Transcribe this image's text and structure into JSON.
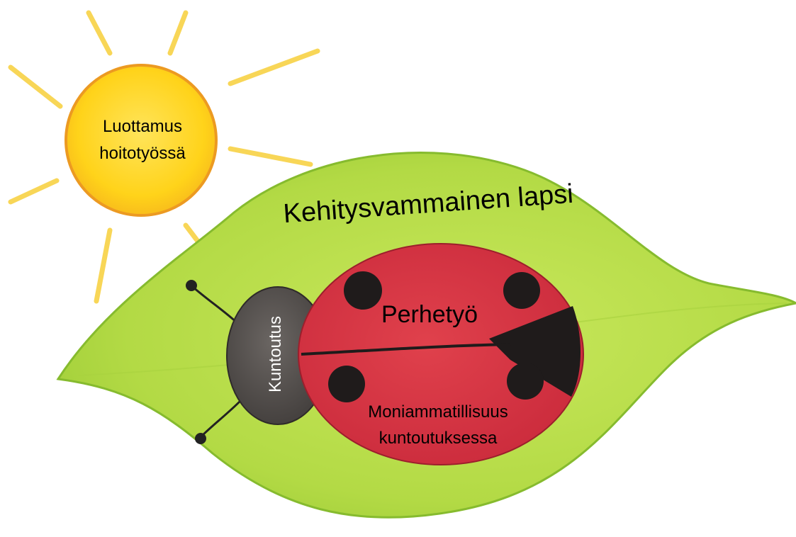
{
  "sun": {
    "label_line1": "Luottamus",
    "label_line2": "hoitotyössä"
  },
  "leaf": {
    "label": "Kehitysvammainen lapsi"
  },
  "ladybug": {
    "head_label": "Kuntoutus",
    "upper_wing_label": "Perhetyö",
    "lower_wing_label_line1": "Moniammatillisuus",
    "lower_wing_label_line2": "kuntoutuksessa"
  },
  "colors": {
    "sun_fill": "#ffd31a",
    "sun_edge": "#f0a020",
    "sun_ray": "#f7cf3a",
    "leaf_fill": "#b5dc48",
    "leaf_edge": "#7fb52a",
    "body_red": "#d9323f",
    "head_grey": "#5a5552",
    "spot_black": "#1f1b1b"
  }
}
